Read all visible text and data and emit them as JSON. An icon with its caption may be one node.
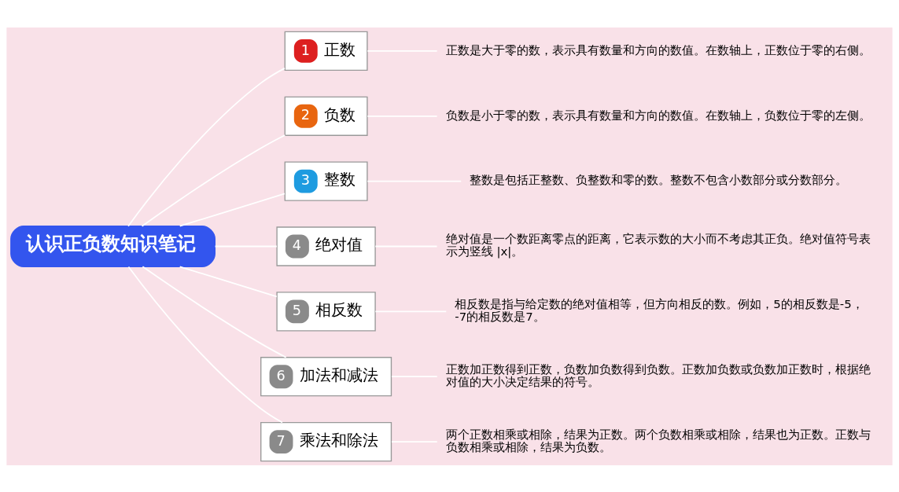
{
  "diagram": {
    "nodes": [
      {
        "text": [
          "认识正负数知识笔记"
        ]
      },
      {
        "text": [
          "1",
          "正数"
        ]
      },
      {
        "text": [
          "2",
          "负数"
        ]
      },
      {
        "text": [
          "3",
          "整数"
        ]
      },
      {
        "text": [
          "4",
          "绝对值"
        ]
      },
      {
        "text": [
          "5",
          "相反数"
        ]
      },
      {
        "text": [
          "6",
          "加法和减法"
        ]
      },
      {
        "text": [
          "7",
          "乘法和除法"
        ]
      },
      {
        "text": [
          "正数是大于零的数，表示具有数量和方向的数值。在数轴上，正数位于零的右侧。"
        ]
      },
      {
        "text": [
          "负数是小于零的数，表示具有数量和方向的数值。在数轴上，负数位于零的左侧。"
        ]
      },
      {
        "text": [
          "整数是包括正整数、负整数和零的数。整数不包含小数部分或分数部分。"
        ]
      },
      {
        "text": [
          "绝对值是一个数距离零点的距离，它表示数的大小而不考虑其正负。绝对值符号表示为竖线 |x|。"
        ]
      },
      {
        "text": [
          "相反数是指与给定数的绝对值相等，但方向相反的数。例如，5的相反数是-5，-7的相反数是7。"
        ]
      },
      {
        "text": [
          "正数加正数得到正数，负数加负数得到负数。正数加负数或负数加正数时，根据绝对值的大小决定结果的符号。"
        ]
      },
      {
        "text": [
          "两个正数相乘或相除，结果为正数。两个负数相乘或相除，结果也为正数。正数与负数相乘或相除，结果为负数。"
        ]
      }
    ],
    "edges": [
      {
        "from": 0,
        "to": 1,
        "arrow": "none"
      },
      {
        "from": 0,
        "to": 2,
        "arrow": "none"
      },
      {
        "from": 0,
        "to": 3,
        "arrow": "none"
      },
      {
        "from": 0,
        "to": 4,
        "arrow": "none"
      },
      {
        "from": 0,
        "to": 5,
        "arrow": "none"
      },
      {
        "from": 0,
        "to": 6,
        "arrow": "none"
      },
      {
        "from": 0,
        "to": 7,
        "arrow": "none"
      },
      {
        "from": 1,
        "to": 8,
        "arrow": "none"
      },
      {
        "from": 2,
        "to": 9,
        "arrow": "none"
      },
      {
        "from": 3,
        "to": 10,
        "arrow": "none"
      },
      {
        "from": 4,
        "to": 11,
        "arrow": "none"
      },
      {
        "from": 5,
        "to": 12,
        "arrow": "none"
      },
      {
        "from": 6,
        "to": 13,
        "arrow": "none"
      },
      {
        "from": 7,
        "to": 14,
        "arrow": "none"
      }
    ]
  }
}
